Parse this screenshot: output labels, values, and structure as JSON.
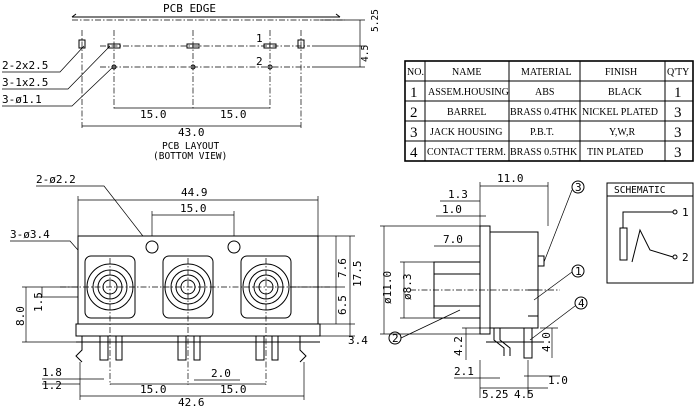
{
  "pcb_layout": {
    "edge_label": "PCB EDGE",
    "title_line1": "PCB LAYOUT",
    "title_line2": "(BOTTOM VIEW)",
    "hole_labels": [
      "2-2x2.5",
      "3-1x2.5",
      "3-ø1.1"
    ],
    "dim_top_right": "4.5",
    "dim_top_right2": "5.25",
    "dim_pitch_1": "15.0",
    "dim_pitch_2": "15.0",
    "dim_total": "43.0",
    "pin_1": "1",
    "pin_2": "2"
  },
  "bom_table": {
    "headers": [
      "NO.",
      "NAME",
      "MATERIAL",
      "FINISH",
      "Q'TY"
    ],
    "rows": [
      [
        "1",
        "ASSEM.HOUSING",
        "ABS",
        "BLACK",
        "1"
      ],
      [
        "2",
        "BARREL",
        "BRASS 0.4THK",
        "NICKEL PLATED",
        "3"
      ],
      [
        "3",
        "JACK HOUSING",
        "P.B.T.",
        "Y,W,R",
        "3"
      ],
      [
        "4",
        "CONTACT TERM.",
        "BRASS 0.5THK",
        "TIN PLATED",
        "3"
      ]
    ]
  },
  "front_view": {
    "dim_width": "44.9",
    "dim_peg_pitch": "15.0",
    "peg_label": "2-ø2.2",
    "jack_label": "3-ø3.4",
    "dim_7_6": "7.6",
    "dim_17_5": "17.5",
    "dim_6_5": "6.5",
    "dim_1_5": "1.5",
    "dim_8_0": "8.0",
    "dim_3_4": "3.4",
    "dim_1_8": "1.8",
    "dim_1_2": "1.2",
    "dim_2_0": "2.0",
    "dim_bottom_15a": "15.0",
    "dim_bottom_15b": "15.0",
    "dim_bottom_total": "42.6"
  },
  "side_view": {
    "dim_11_0": "11.0",
    "dim_1_3": "1.3",
    "dim_1_0_top": "1.0",
    "dim_7_0": "7.0",
    "dim_dia11": "ø11.0",
    "dim_dia8_3": "ø8.3",
    "dim_4_2": "4.2",
    "dim_4_0": "4.0",
    "dim_2_1": "2.1",
    "dim_5_25": "5.25",
    "dim_4_5": "4.5",
    "dim_1_0_bottom": "1.0",
    "callouts": [
      "1",
      "2",
      "3",
      "4"
    ]
  },
  "schematic": {
    "title": "SCHEMATIC",
    "pin_1": "1",
    "pin_2": "2"
  }
}
